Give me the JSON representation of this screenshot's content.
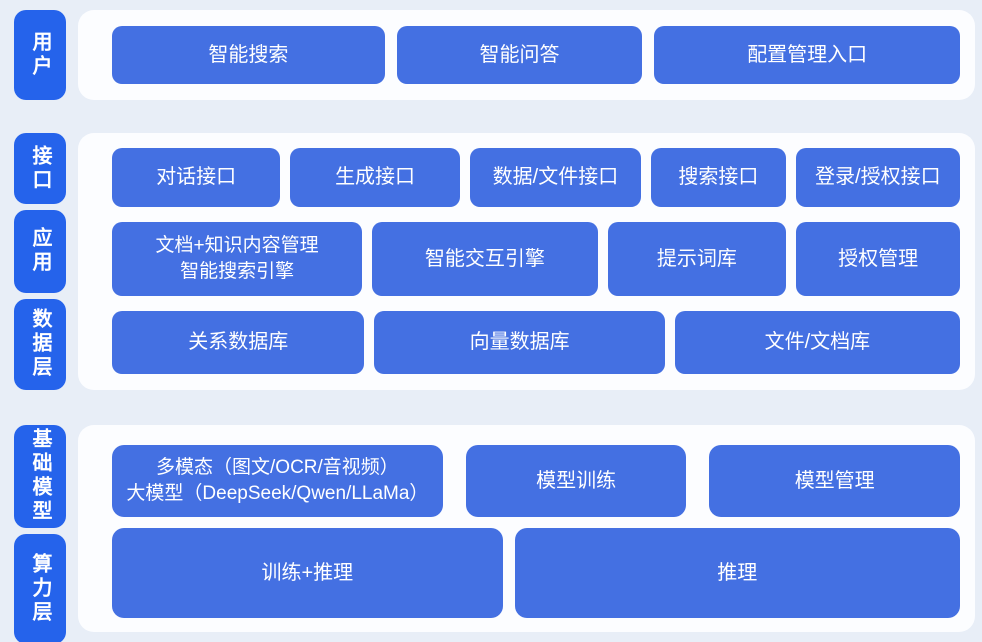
{
  "colors": {
    "page_bg": "#e8eef7",
    "card_bg": "#fcfdff",
    "layer_chip_bg": "#2563eb",
    "block_bg": "#4470e2",
    "text": "#ffffff"
  },
  "sections": [
    {
      "name": "user-layer",
      "chips": [
        {
          "label": "用户"
        }
      ],
      "rows": [
        [
          {
            "label": "智能搜索"
          },
          {
            "label": "智能问答"
          },
          {
            "label": "配置管理入口"
          }
        ]
      ]
    },
    {
      "name": "interface-application-data",
      "chips": [
        {
          "label": "接口"
        },
        {
          "label": "应用"
        },
        {
          "label": "数据层"
        }
      ],
      "rows": [
        [
          {
            "label": "对话接口"
          },
          {
            "label": "生成接口"
          },
          {
            "label": "数据/文件接口"
          },
          {
            "label": "搜索接口"
          },
          {
            "label": "登录/授权接口"
          }
        ],
        [
          {
            "label": "文档+知识内容管理\n智能搜索引擎"
          },
          {
            "label": "智能交互引擎"
          },
          {
            "label": "提示词库"
          },
          {
            "label": "授权管理"
          }
        ],
        [
          {
            "label": "关系数据库"
          },
          {
            "label": "向量数据库"
          },
          {
            "label": "文件/文档库"
          }
        ]
      ]
    },
    {
      "name": "foundation-model-compute",
      "chips": [
        {
          "label": "基础模型"
        },
        {
          "label": "算力层"
        }
      ],
      "rows": [
        [
          {
            "label": "多模态（图文/OCR/音视频）\n大模型（DeepSeek/Qwen/LLaMa）"
          },
          {
            "label": "模型训练"
          },
          {
            "label": "模型管理"
          }
        ],
        [
          {
            "label": "训练+推理"
          },
          {
            "label": "推理"
          }
        ]
      ]
    }
  ]
}
